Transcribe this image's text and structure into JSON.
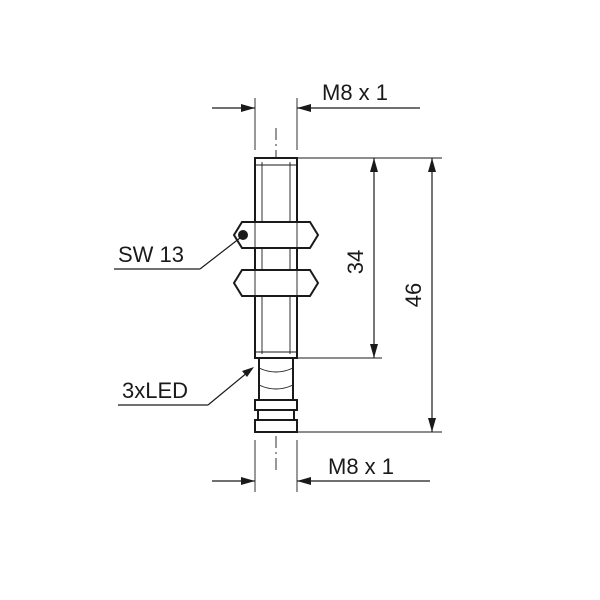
{
  "labels": {
    "thread_top": "M8 x 1",
    "thread_bottom": "M8 x 1",
    "wrench_size": "SW 13",
    "led": "3xLED",
    "length_thread": "34",
    "length_total": "46"
  }
}
